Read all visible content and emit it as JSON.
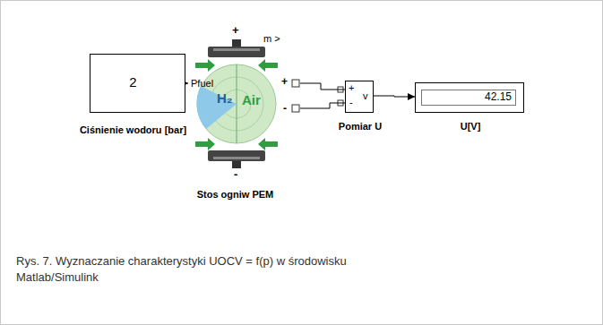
{
  "diagram": {
    "caption": "Rys. 7. Wyznaczanie charakterystyki UOCV = f(p) w środowisku Matlab/Simulink",
    "nodes": [
      {
        "text": [
          "2",
          "Ciśnienie wodoru [bar]"
        ]
      },
      {
        "text": [
          "+",
          "m >",
          "Pfuel",
          "H₂",
          "Air",
          "+",
          "-",
          "-",
          "Stos ogniw PEM"
        ]
      },
      {
        "text": [
          "+",
          "v",
          "-",
          "Pomiar U"
        ]
      },
      {
        "text": [
          "42.15",
          "U[V]"
        ]
      }
    ],
    "edges": [
      {
        "from": 0,
        "to": 1,
        "arrow": "to"
      },
      {
        "from": 1,
        "to": 2,
        "arrow": "none"
      },
      {
        "from": 1,
        "to": 2,
        "arrow": "none"
      },
      {
        "from": 2,
        "to": 3,
        "arrow": "to"
      }
    ]
  }
}
